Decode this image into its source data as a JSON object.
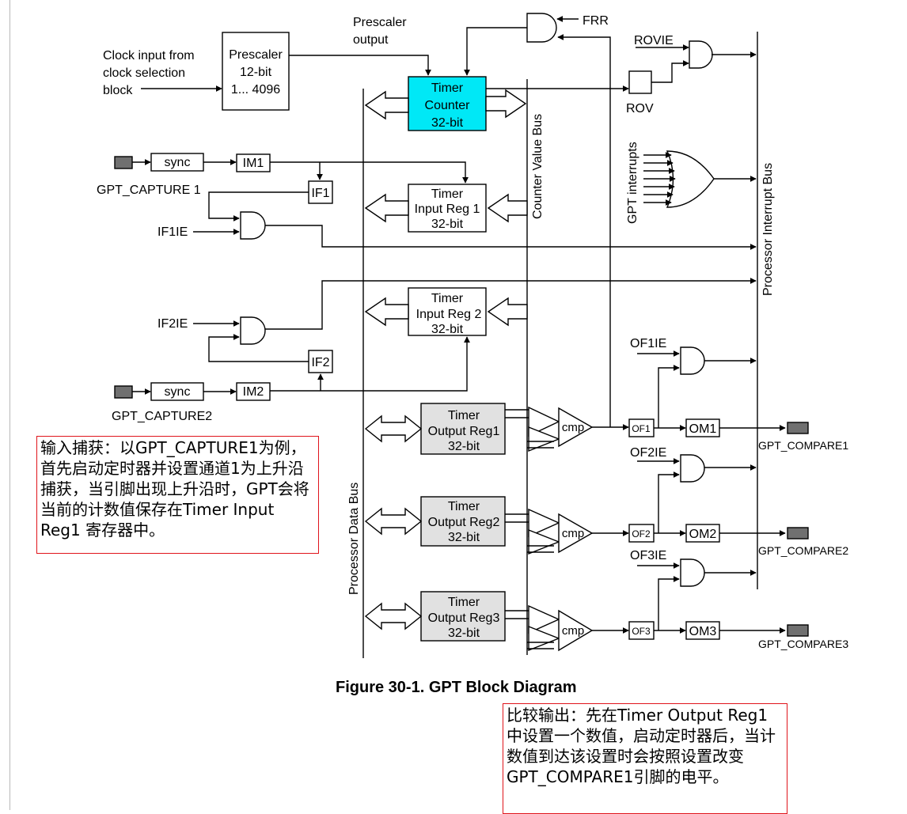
{
  "figure": {
    "caption": "Figure 30-1. GPT Block Diagram",
    "labels": {
      "prescaler_output": [
        "Prescaler",
        "output"
      ],
      "clock_input": [
        "Clock input from",
        "clock selection",
        "block"
      ],
      "prescaler_block": [
        "Prescaler",
        "12-bit",
        "1...  4096"
      ],
      "frr": "FRR",
      "rovie": "ROVIE",
      "rov": "ROV",
      "timer_counter": [
        "Timer",
        "Counter",
        "32-bit"
      ],
      "counter_value_bus": "Counter Value Bus",
      "processor_interrupt_bus": "Processor Interrupt Bus",
      "processor_data_bus": "Processor Data Bus",
      "gpt_interrupts": "GPT interrupts",
      "sync": "sync",
      "im1": "IM1",
      "im2": "IM2",
      "if1": "IF1",
      "if2": "IF2",
      "if1ie": "IF1IE",
      "if2ie": "IF2IE",
      "gpt_capture1": "GPT_CAPTURE 1",
      "gpt_capture2": "GPT_CAPTURE2",
      "timer_input_reg1": [
        "Timer",
        "Input Reg 1",
        "32-bit"
      ],
      "timer_input_reg2": [
        "Timer",
        "Input Reg 2",
        "32-bit"
      ],
      "timer_output_reg1": [
        "Timer",
        "Output Reg1",
        "32-bit"
      ],
      "timer_output_reg2": [
        "Timer",
        "Output Reg2",
        "32-bit"
      ],
      "timer_output_reg3": [
        "Timer",
        "Output Reg3",
        "32-bit"
      ],
      "cmp": "cmp",
      "of1": "OF1",
      "of2": "OF2",
      "of3": "OF3",
      "of1ie": "OF1IE",
      "of2ie": "OF2IE",
      "of3ie": "OF3IE",
      "om1": "OM1",
      "om2": "OM2",
      "om3": "OM3",
      "gpt_compare1": "GPT_COMPARE1",
      "gpt_compare2": "GPT_COMPARE2",
      "gpt_compare3": "GPT_COMPARE3"
    },
    "colors": {
      "counter_fill": "#00e8f6",
      "output_reg_fill": "#e1e1e1",
      "pin_fill": "#707070",
      "note_border": "#e0141b"
    }
  },
  "notes": {
    "capture": "输入捕获：以GPT_CAPTURE1为例，首先启动定时器并设置通道1为上升沿捕获，当引脚出现上升沿时，GPT会将当前的计数值保存在Timer Input Reg1 寄存器中。",
    "compare": "比较输出：先在Timer Output Reg1中设置一个数值，启动定时器后，当计数值到达该设置时会按照设置改变GPT_COMPARE1引脚的电平。"
  }
}
